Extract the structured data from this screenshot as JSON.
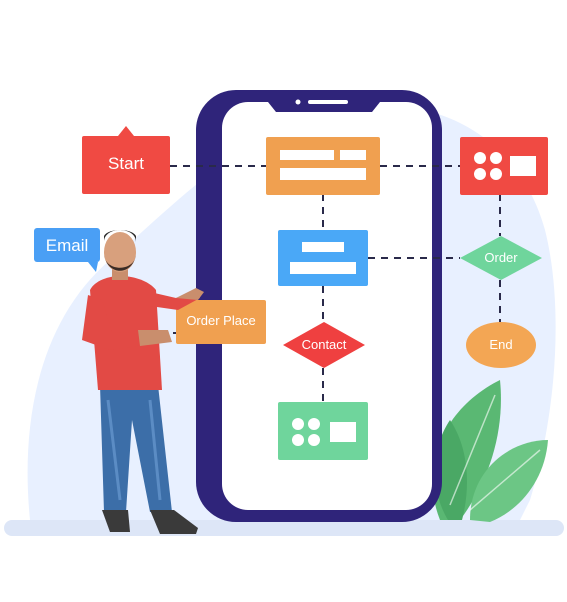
{
  "diagram": {
    "start_label": "Start",
    "email_label": "Email",
    "order_place_label": "Order Place",
    "contact_label": "Contact",
    "order_label": "Order",
    "end_label": "End"
  },
  "colors": {
    "start": "#f04a43",
    "email": "#4a9ff5",
    "order_place": "#f0a050",
    "contact": "#ef4040",
    "order": "#6fd59c",
    "end": "#f3a654",
    "phone_frame": "#2f247a",
    "connector": "#2a2a4a",
    "background_blob": "#e6efff"
  }
}
